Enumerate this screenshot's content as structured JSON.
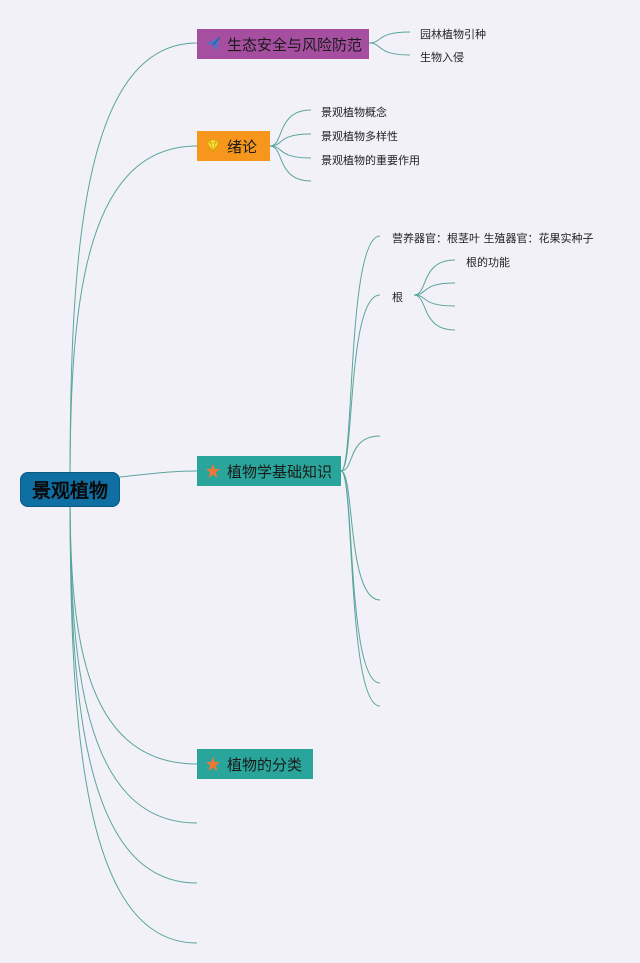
{
  "root": {
    "label": "景观植物"
  },
  "topics": [
    {
      "label": "生态安全与风险防范",
      "icon": "paper-plane-icon",
      "color": "#a64fa0",
      "children": [
        "园林植物引种",
        "生物入侵"
      ]
    },
    {
      "label": "绪论",
      "icon": "diamond-icon",
      "color": "#f6961d",
      "children": [
        "景观植物概念",
        "景观植物多样性",
        "景观植物的重要作用",
        ""
      ]
    },
    {
      "label": "植物学基础知识",
      "icon": "star-icon",
      "color": "#2aa59b",
      "children": [
        {
          "label": "营养器官：根茎叶 生殖器官：花果实种子"
        },
        {
          "label": "根",
          "children": [
            "根的功能",
            "",
            "",
            ""
          ]
        }
      ]
    },
    {
      "label": "植物的分类",
      "icon": "star-icon",
      "color": "#2aa59b",
      "children": []
    }
  ],
  "colors": {
    "line": "#5aa59e",
    "background": "#f3f1f8",
    "root": "#0f6ea2"
  }
}
